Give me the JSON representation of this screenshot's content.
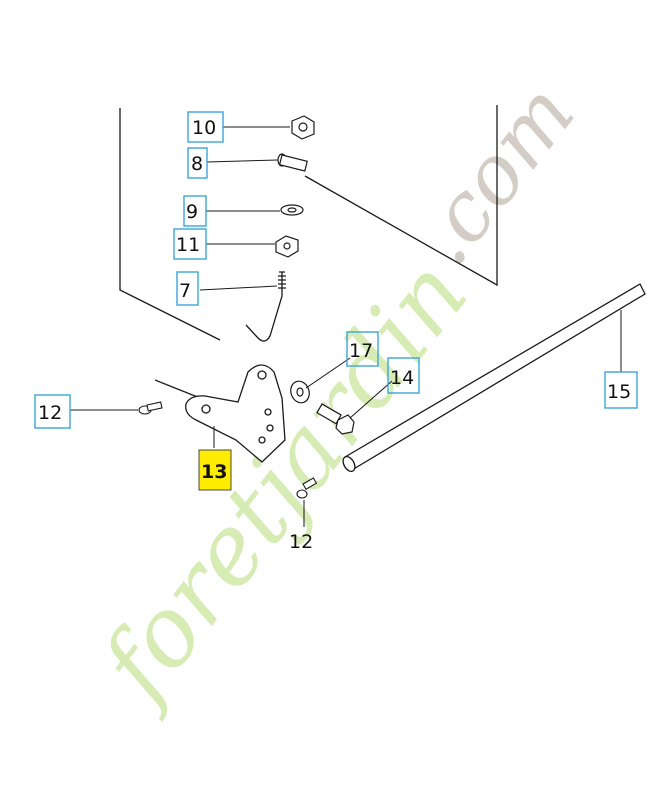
{
  "parts": [
    {
      "number": "10",
      "highlighted": false
    },
    {
      "number": "8",
      "highlighted": false
    },
    {
      "number": "9",
      "highlighted": false
    },
    {
      "number": "11",
      "highlighted": false
    },
    {
      "number": "7",
      "highlighted": false
    },
    {
      "number": "17",
      "highlighted": false
    },
    {
      "number": "14",
      "highlighted": false
    },
    {
      "number": "15",
      "highlighted": false
    },
    {
      "number": "12",
      "highlighted": false
    },
    {
      "number": "13",
      "highlighted": true
    },
    {
      "number": "12",
      "highlighted": false
    }
  ],
  "watermark": {
    "text_main": "foretjardin",
    "text_suffix": ".com",
    "color_main": "#d7ecb4",
    "color_suffix": "#d3cdc6"
  },
  "colors": {
    "callout_box": "#3aa6d8",
    "highlight": "#ffec00",
    "line": "#1a1a1a"
  }
}
